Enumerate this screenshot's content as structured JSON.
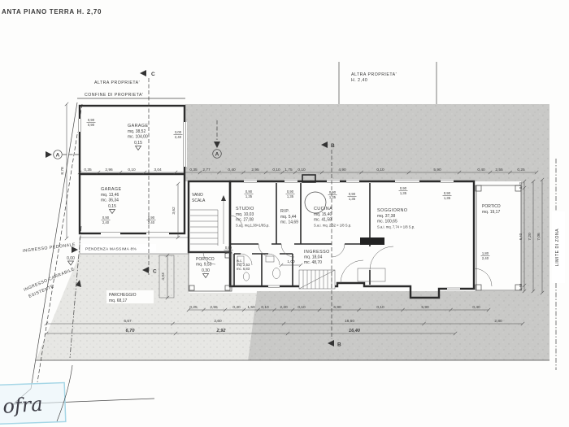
{
  "title": "ANTA PIANO TERRA   H. 2,70",
  "site": {
    "altra_proprieta_left": "ALTRA PROPRIETA'",
    "confine_di_proprieta": "CONFINE DI PROPRIETA'",
    "altra_proprieta_top": "ALTRA PROPRIETA'",
    "altra_proprieta_top_height": "H. 2,40",
    "limite_di_zona": "LIMITE DI ZONA",
    "ingresso_pedonale": "INGRESSO PEDONALE",
    "ingresso_carrabile_line1": "INGRESSO CARRABILE",
    "ingresso_carrabile_line2": "ESISTENTE",
    "pendenza": "PENDENZA MASSIMA 8%",
    "livello_ingresso": "0,00"
  },
  "rooms": {
    "garage1": {
      "name": "GARAGE",
      "mq": "mq. 38,52",
      "mc": "mc. 104,00",
      "quota": "0,15"
    },
    "garage2": {
      "name": "GARAGE",
      "mq": "mq. 13,46",
      "mc": "mc. 36,34",
      "quota": "0,15"
    },
    "vano_scala": {
      "line1": "VANO",
      "line2": "SCALA"
    },
    "studio": {
      "name": "STUDIO",
      "mq": "mq. 10,03",
      "mc": "mc. 27,08",
      "sai": "S.a.i. mq.1,38>1/8S.p."
    },
    "rip": {
      "name": "RIP.",
      "mq": "mq. 5,44",
      "mc": "mc. 14,69"
    },
    "cucina": {
      "name": "CUCINA",
      "mq": "mq. 15,40",
      "mc": "mc. 41,58",
      "sai": "S.a.i. mq. 2,52 > 1/8 S.p."
    },
    "soggiorno": {
      "name": "SOGGIORNO",
      "mq": "mq. 37,38",
      "mc": "mc. 100,65",
      "sai": "S.a.i. mq. 7,74 > 1/8 S.p."
    },
    "ingresso": {
      "name": "INGRESSO",
      "mq": "mq. 18,04",
      "mc": "mc. 48,70"
    },
    "wc": {
      "name": "w.c.",
      "mq": "mq. 2,53",
      "mc": "mc. 6,83"
    },
    "portico_left": {
      "name": "PORTICO",
      "mq": "mq. 9,53",
      "quota": "0,30"
    },
    "portico_right": {
      "name": "PORTICO",
      "mq": "mq. 19,17"
    },
    "parcheggio": {
      "name": "PARCHEGGIO",
      "mq": "mq. 68,17"
    }
  },
  "markers": {
    "a": "A",
    "b": "B",
    "c": "C"
  },
  "dims": {
    "top": [
      "0,35",
      "2,96",
      "0,10",
      "3,04",
      "0,35",
      "2,77",
      "0,40",
      "2,95",
      "0,10",
      "1,75",
      "0,10",
      "4,90",
      "0,10",
      "5,90",
      "0,40",
      "2,55",
      "0,25"
    ],
    "bottom_row1": [
      "0,25",
      "2,55",
      "0,40",
      "1,50",
      "0,10",
      "2,20",
      "0,10",
      "6,90",
      "0,10",
      "5,90",
      "0,40"
    ],
    "bottom_row2": [
      "6,67",
      "2,60",
      "16,60",
      "2,80"
    ],
    "bottom_row3": [
      "6,70",
      "2,92",
      "16,40"
    ],
    "right_inner": [
      "0,40",
      "6,40",
      "0,40"
    ],
    "right_mid": "7,20",
    "right_outer": "7,06",
    "left_height": "8,78",
    "court_width": "3,62",
    "ramp_length": "4,03",
    "door_width": "1,00"
  },
  "openings": [
    {
      "w": "0,90",
      "h": "0,90"
    },
    {
      "w": "3,00",
      "h": "2,40"
    },
    {
      "w": "0,90",
      "h": "2,40"
    },
    {
      "w": "0,90",
      "h": "2,40"
    },
    {
      "w": "0,90",
      "h": "2,40"
    },
    {
      "w": "0,90",
      "h": "1,35"
    },
    {
      "w": "0,90",
      "h": "1,35"
    },
    {
      "w": "0,90",
      "h": "1,35"
    },
    {
      "w": "0,90",
      "h": "1,35"
    },
    {
      "w": "0,90",
      "h": "1,35"
    },
    {
      "w": "0,90",
      "h": "1,35"
    },
    {
      "w": "1,80",
      "h": "2,40"
    }
  ],
  "signature": "ofra"
}
